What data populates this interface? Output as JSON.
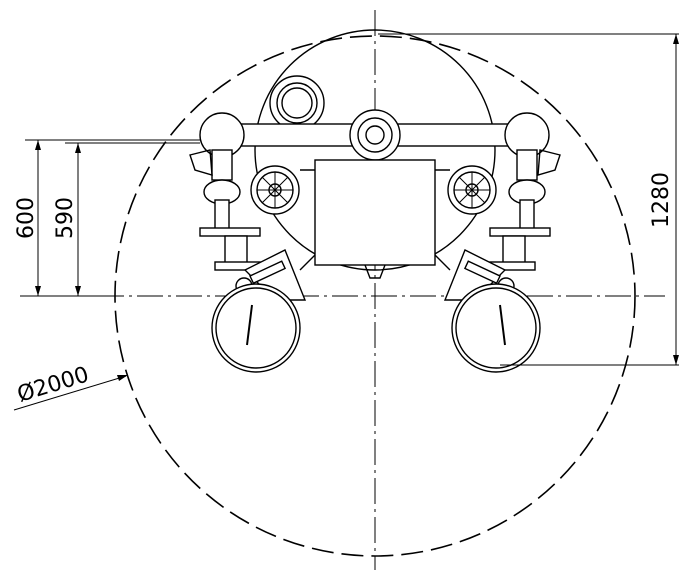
{
  "dimensions": {
    "height_600": "600",
    "height_590": "590",
    "height_1280": "1280",
    "diameter": "Ø2000"
  }
}
